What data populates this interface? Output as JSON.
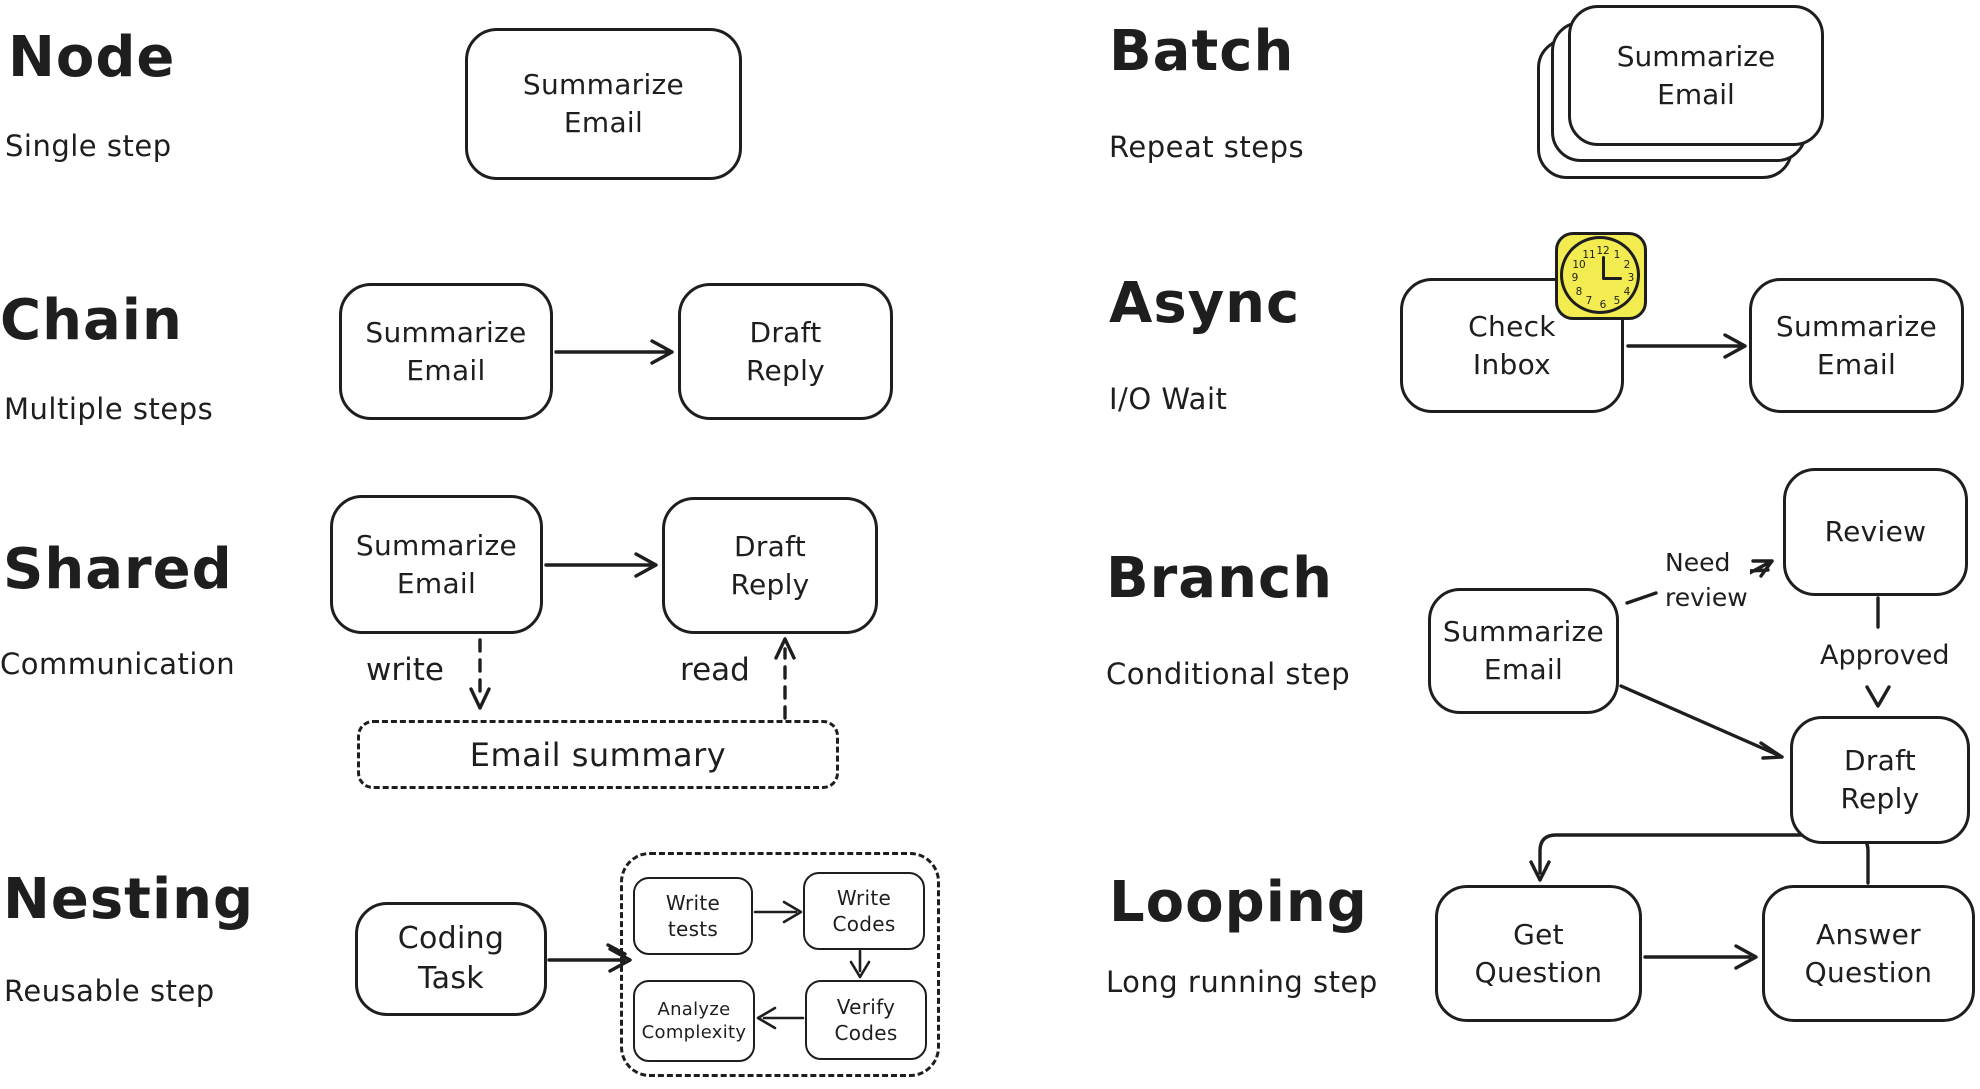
{
  "palette": {
    "ink": "#1e1e1e",
    "paper": "#ffffff",
    "clock_yellow": "#f3ec51"
  },
  "sections": {
    "node": {
      "title": "Node",
      "subtitle": "Single step",
      "box": "Summarize\nEmail"
    },
    "chain": {
      "title": "Chain",
      "subtitle": "Multiple steps",
      "box1": "Summarize\nEmail",
      "box2": "Draft\nReply"
    },
    "shared": {
      "title": "Shared",
      "subtitle": "Communication",
      "box1": "Summarize\nEmail",
      "box2": "Draft\nReply",
      "edge_write": "write",
      "edge_read": "read",
      "store": "Email summary"
    },
    "nesting": {
      "title": "Nesting",
      "subtitle": "Reusable step",
      "box": "Coding\nTask",
      "inner1": "Write\ntests",
      "inner2": "Write\nCodes",
      "inner3": "Verify\nCodes",
      "inner4": "Analyze\nComplexity"
    },
    "batch": {
      "title": "Batch",
      "subtitle": "Repeat steps",
      "box": "Summarize\nEmail"
    },
    "async": {
      "title": "Async",
      "subtitle": "I/O Wait",
      "box1": "Check\nInbox",
      "box2": "Summarize\nEmail",
      "clock_numbers": [
        "12",
        "1",
        "2",
        "3",
        "4",
        "5",
        "6",
        "7",
        "8",
        "9",
        "10",
        "11"
      ]
    },
    "branch": {
      "title": "Branch",
      "subtitle": "Conditional step",
      "box_source": "Summarize\nEmail",
      "box_review": "Review",
      "box_reply": "Draft\nReply",
      "edge_need_review": "Need\nreview",
      "edge_approved": "Approved"
    },
    "looping": {
      "title": "Looping",
      "subtitle": "Long running step",
      "box1": "Get\nQuestion",
      "box2": "Answer\nQuestion"
    }
  }
}
